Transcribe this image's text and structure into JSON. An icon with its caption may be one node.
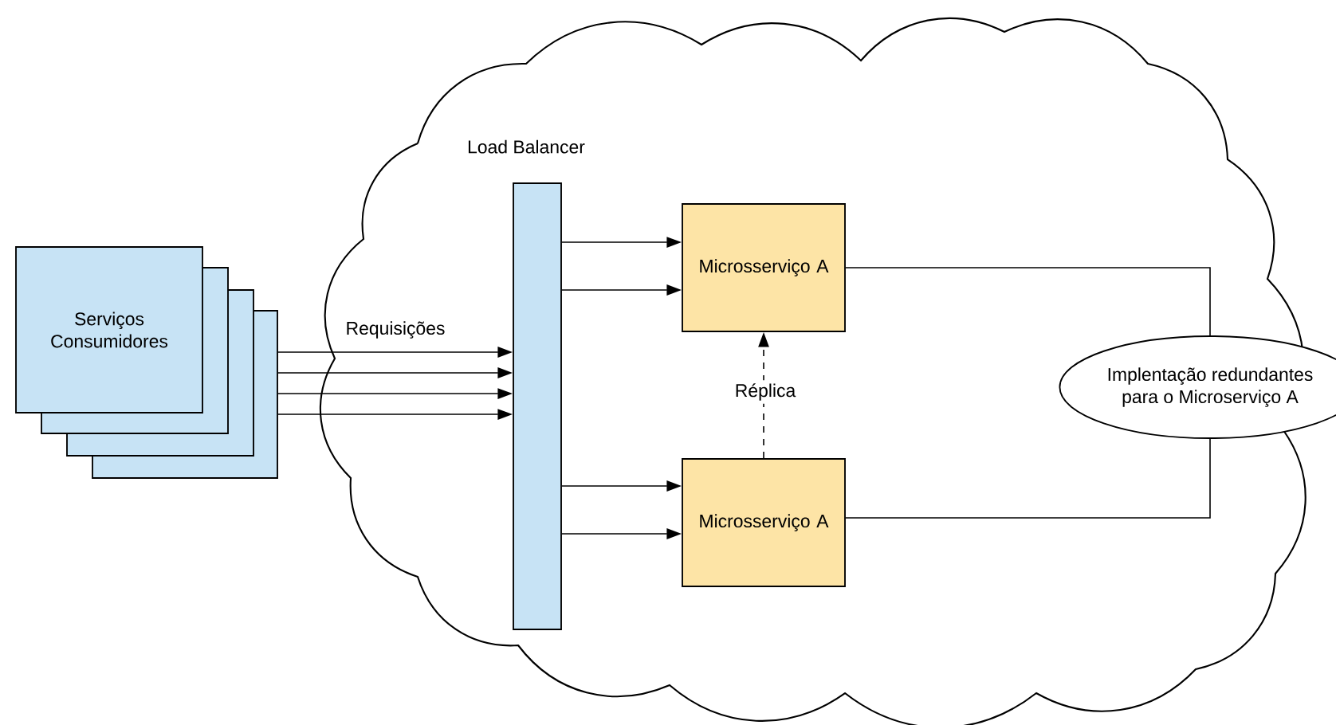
{
  "diagram": {
    "nodes": [
      {
        "text": [
          "Serviços Consumidores"
        ]
      },
      {
        "text": [],
        "shape": "box"
      },
      {
        "text": [],
        "shape": "box"
      },
      {
        "text": [],
        "shape": "box"
      },
      {
        "text": [
          "Load Balancer"
        ]
      },
      {
        "text": [
          "Microsserviço A"
        ]
      },
      {
        "text": [
          "Microsserviço A"
        ]
      },
      {
        "text": [
          "Implentação redundantes para o Microserviço A"
        ]
      }
    ],
    "edges": [
      {
        "from": 3,
        "to": 4,
        "arrow": "to",
        "label": "Requisições"
      },
      {
        "from": 3,
        "to": 4,
        "arrow": "to"
      },
      {
        "from": 3,
        "to": 4,
        "arrow": "to"
      },
      {
        "from": 3,
        "to": 4,
        "arrow": "to"
      },
      {
        "from": 4,
        "to": 5,
        "arrow": "to"
      },
      {
        "from": 4,
        "to": 5,
        "arrow": "to"
      },
      {
        "from": 4,
        "to": 6,
        "arrow": "to"
      },
      {
        "from": 4,
        "to": 6,
        "arrow": "to"
      },
      {
        "from": 6,
        "to": 5,
        "arrow": "to",
        "style": "dashed",
        "label": "Réplica"
      },
      {
        "from": 5,
        "to": 7,
        "arrow": "none"
      },
      {
        "from": 6,
        "to": 7,
        "arrow": "none"
      }
    ]
  }
}
